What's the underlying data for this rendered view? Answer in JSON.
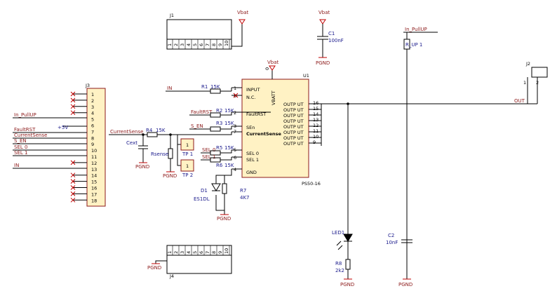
{
  "nets": {
    "vbat": "Vbat",
    "pgnd": "PGND",
    "in_pullup": "In_PullUP",
    "in": "IN",
    "fault_rst": "FaultRST",
    "s_en": "S_EN",
    "current_sense": "CurrentSense",
    "sel0": "SEL 0",
    "sel1": "SEL 1",
    "out": "OUT",
    "plus5v": "+5V",
    "zero": "0"
  },
  "j1": {
    "ref": "J1",
    "pins": [
      "1",
      "2",
      "3",
      "4",
      "5",
      "6",
      "7",
      "8",
      "9",
      "10"
    ]
  },
  "j4": {
    "ref": "J4",
    "pins": [
      "1",
      "2",
      "3",
      "4",
      "5",
      "6",
      "7",
      "8",
      "9",
      "10"
    ]
  },
  "j2": {
    "ref": "J2",
    "pins": [
      "1",
      "2"
    ]
  },
  "j3": {
    "ref": "J3",
    "pins": [
      "1",
      "2",
      "3",
      "4",
      "5",
      "6",
      "7",
      "8",
      "9",
      "10",
      "11",
      "12",
      "13",
      "14",
      "15",
      "16",
      "17",
      "18"
    ],
    "signals": [
      "In_PullUP",
      "FaultRST",
      "CurrentSense",
      "S_EN",
      "SEL 0",
      "SEL 1",
      "IN"
    ]
  },
  "u1": {
    "ref": "U1",
    "part": "PS50-16",
    "left_pins": [
      {
        "num": "1",
        "name": "INPUT"
      },
      {
        "num": "8",
        "name": "N.C."
      },
      {
        "num": "2",
        "name": "FaultRST"
      },
      {
        "num": "3",
        "name": "SEn"
      },
      {
        "num": "7",
        "name": "CurrentSense"
      },
      {
        "num": "5",
        "name": "SEL 0"
      },
      {
        "num": "6",
        "name": "SEL 1"
      },
      {
        "num": "4",
        "name": "GND"
      }
    ],
    "top_pin": "VBATT",
    "right_pins": [
      {
        "num": "16",
        "name": "OUTP UT"
      },
      {
        "num": "15",
        "name": "OUTP UT"
      },
      {
        "num": "14",
        "name": "OUTP UT"
      },
      {
        "num": "13",
        "name": "OUTP UT"
      },
      {
        "num": "12",
        "name": "OUTP UT"
      },
      {
        "num": "11",
        "name": "OUTP UT"
      },
      {
        "num": "10",
        "name": "OUTP UT"
      },
      {
        "num": "9",
        "name": "OUTP UT"
      }
    ]
  },
  "components": {
    "c1": {
      "ref": "C1",
      "value": "100nF"
    },
    "c2": {
      "ref": "C2",
      "value": "10nF"
    },
    "r1": {
      "ref": "R1",
      "value": "15K"
    },
    "r2": {
      "ref": "R2",
      "value": "15K"
    },
    "r3": {
      "ref": "R3",
      "value": "15K"
    },
    "r4": {
      "ref": "R4",
      "value": "15K"
    },
    "r5": {
      "ref": "R5",
      "value": "15K"
    },
    "r6": {
      "ref": "R6",
      "value": "15K"
    },
    "r7": {
      "ref": "R7",
      "value": "4K7"
    },
    "r8": {
      "ref": "R8",
      "value": "2k2"
    },
    "rup": {
      "ref": "R_UP 1"
    },
    "rsense": {
      "ref": "Rsense"
    },
    "cext": {
      "ref": "Cext"
    },
    "d1": {
      "ref": "D1",
      "value": "ES1DL"
    },
    "led1": {
      "ref": "LED1"
    },
    "tp1": {
      "ref": "TP 1",
      "pin": "1"
    },
    "tp2": {
      "ref": "TP 2",
      "pin": "1"
    }
  }
}
